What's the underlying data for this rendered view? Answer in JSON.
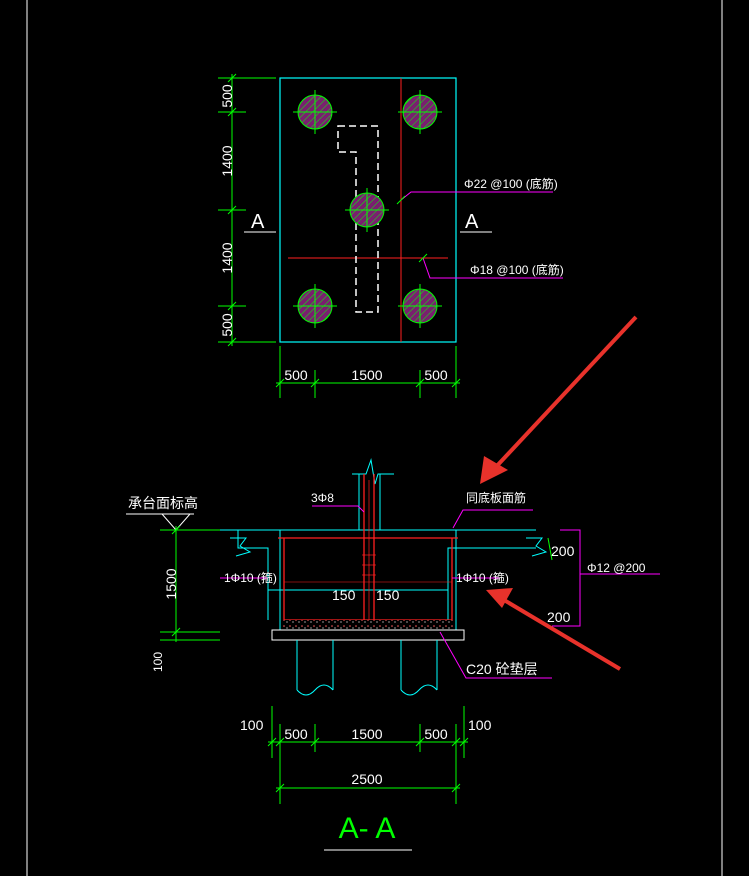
{
  "colors": {
    "background": "#000000",
    "dim": "#00ff00",
    "outline": "#00ffff",
    "pile_fill": "#7a1f6f",
    "pile_hatch": "#00ff00",
    "rebar": "#ff2020",
    "leader": "#ff00ff",
    "text": "#ffffff",
    "title": "#00ff00",
    "arrow": "#e8322b",
    "dash": "#ffffff",
    "frame": "#ffffff"
  },
  "plan_view": {
    "section_mark_left": "A",
    "section_mark_right": "A",
    "dim_left": [
      "500",
      "1400",
      "1400",
      "500"
    ],
    "dim_bottom": [
      "500",
      "1500",
      "500"
    ],
    "label_top_rebar": "Φ22 @100 (底筋)",
    "label_bottom_rebar": "Φ18 @100 (底筋)"
  },
  "section_view": {
    "label_elevation": "承台面标高",
    "label_column_bars": "3Φ8",
    "label_top_bars": "同底板面筋",
    "label_left_stirrup": "1Φ10 (箍)",
    "label_right_stirrup": "1Φ10 (箍)",
    "label_side_bars": "Φ12 @200",
    "label_dim_150_left": "150",
    "label_dim_150_right": "150",
    "label_dim_200_top": "200",
    "label_dim_200_bottom": "200",
    "label_cushion": "C20 砼垫层",
    "dim_height": "1500",
    "dim_cushion": "100",
    "dim_side_left": "100",
    "dim_side_right": "100",
    "dim_bottom": [
      "500",
      "1500",
      "500"
    ],
    "dim_total": "2500",
    "title": "A- A"
  }
}
